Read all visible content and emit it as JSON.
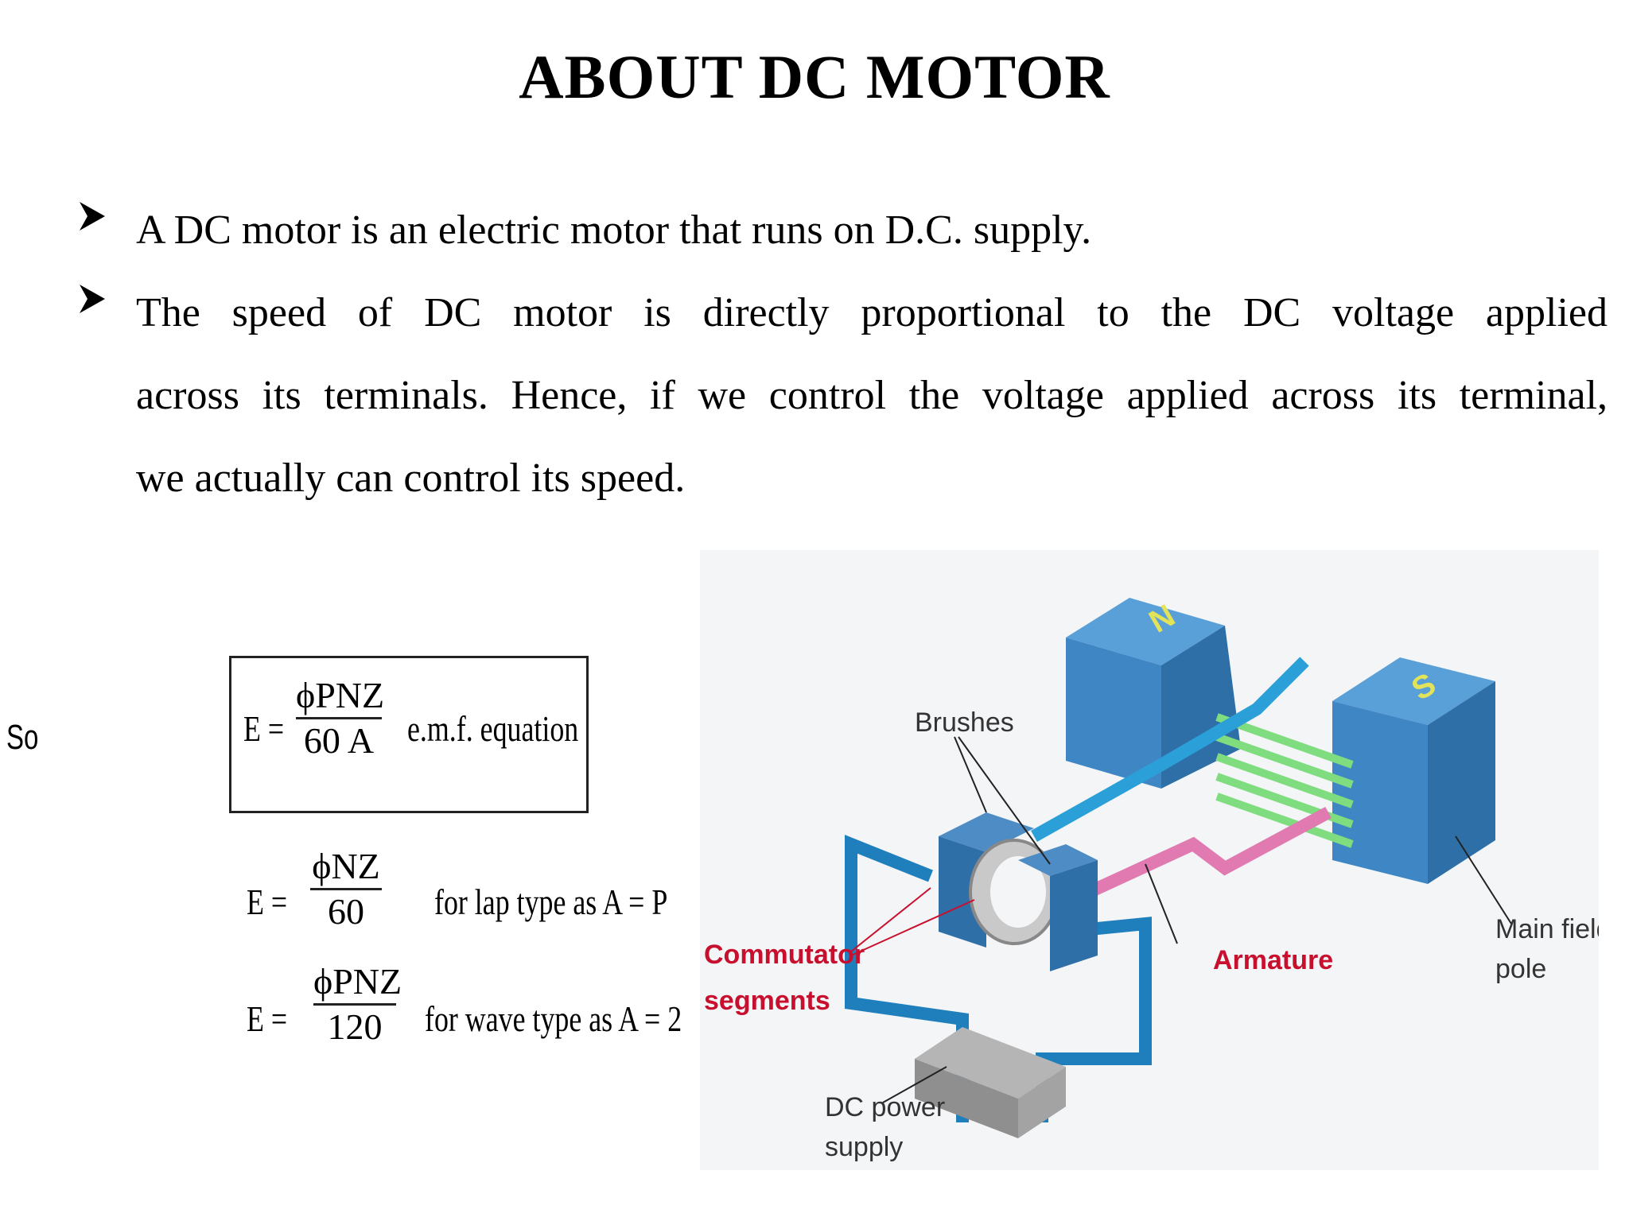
{
  "title": "ABOUT DC MOTOR",
  "bullets": [
    {
      "lines": [
        "A DC motor is an electric motor that runs on D.C. supply."
      ]
    },
    {
      "lines": [
        "The speed of DC motor is directly proportional to the DC voltage  applied",
        "across its terminals. Hence, if we control the voltage applied across its terminal,",
        "we actually can control its speed."
      ]
    }
  ],
  "equations": {
    "so_label": "So",
    "main": {
      "lhs": "E =",
      "num": "ϕPNZ",
      "den": "60 A",
      "label": "e.m.f. equation"
    },
    "lap": {
      "lhs": "E =",
      "num": "ϕNZ",
      "den": "60",
      "label": "for lap type as A = P"
    },
    "wave": {
      "lhs": "E =",
      "num": "ϕPNZ",
      "den": "120",
      "label": "for wave type as A = 2"
    }
  },
  "diagram": {
    "labels": {
      "brushes": "Brushes",
      "commutator_1": "Commutator",
      "commutator_2": "segments",
      "armature": "Armature",
      "main_field_1": "Main field",
      "main_field_2": "pole",
      "dc_power_1": "DC power",
      "dc_power_2": "supply",
      "pole_n": "N",
      "pole_s": "S"
    },
    "colors": {
      "pole": "#3f86c4",
      "coil": "#2ba0d8",
      "armature": "#e07ab0",
      "winding": "#7fdc7f",
      "red_label": "#c8102e"
    }
  }
}
